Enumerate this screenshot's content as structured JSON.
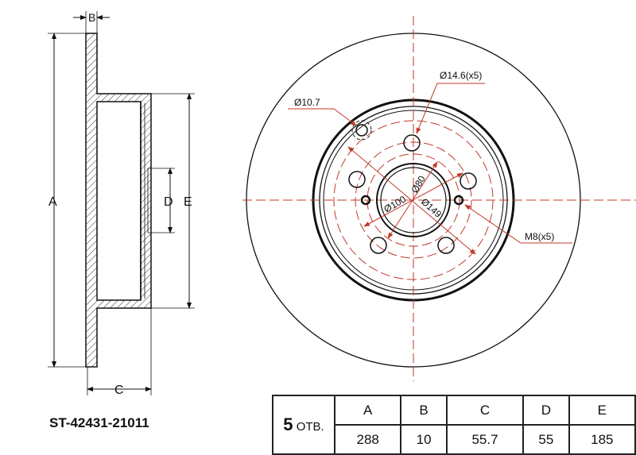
{
  "part_number": "ST-42431-21011",
  "side_view_labels": {
    "A": "A",
    "B": "B",
    "C": "C",
    "D": "D",
    "E": "E"
  },
  "front_view_labels": {
    "bolt_hole": "Ø14.6(x5)",
    "locating_hole": "Ø10.7",
    "center_bore": "Ø80",
    "bolt_circle": "Ø100",
    "hat_diameter": "Ø149",
    "thread": "M8(x5)"
  },
  "spec_table": {
    "holes_count": "5",
    "holes_label": "ОТВ.",
    "headers": [
      "A",
      "B",
      "C",
      "D",
      "E"
    ],
    "values": [
      "288",
      "10",
      "55.7",
      "55",
      "185"
    ]
  },
  "colors": {
    "line": "#111111",
    "center_lines": "#c0392b"
  }
}
